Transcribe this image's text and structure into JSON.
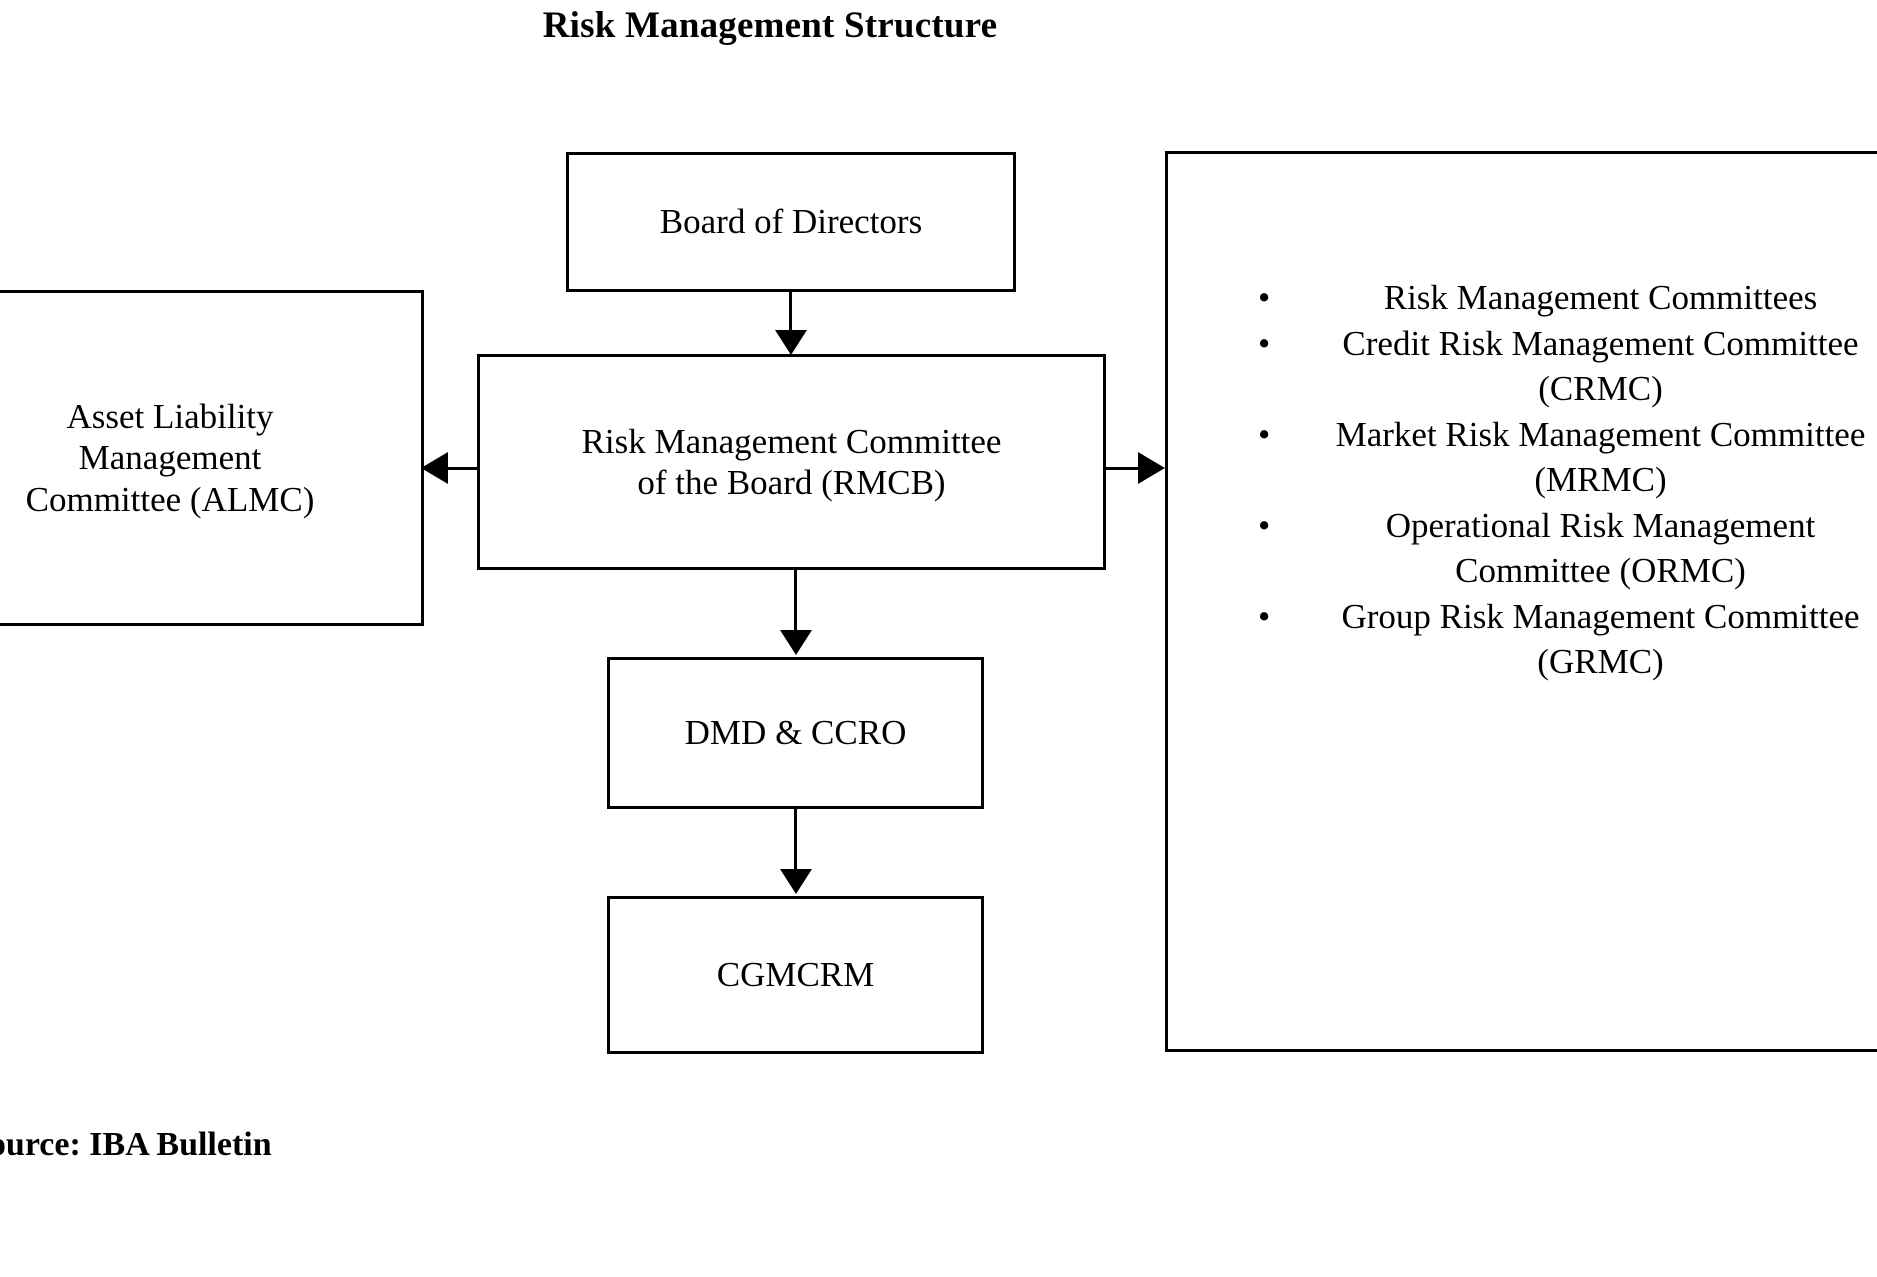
{
  "title": "Risk Management Structure",
  "source_note": "Source: IBA Bulletin",
  "nodes": {
    "board": "Board of Directors",
    "rmcb_line1": "Risk Management Committee",
    "rmcb_line2": "of the Board (RMCB)",
    "almc_line1": "Asset Liability",
    "almc_line2": "Management",
    "almc_line3": "Committee (ALMC)",
    "dmd": "DMD & CCRO",
    "cgmcrm": "CGMCRM"
  },
  "committees_panel": {
    "bullet_glyph": "•",
    "items": [
      "Risk Management Committees",
      "Credit Risk Management Committee (CRMC)",
      "Market Risk Management Committee (MRMC)",
      "Operational Risk Management Committee (ORMC)",
      "Group Risk Management Committee (GRMC)"
    ]
  },
  "connectors": [
    {
      "name": "board-to-rmcb",
      "direction": "down"
    },
    {
      "name": "rmcb-to-almc",
      "direction": "left"
    },
    {
      "name": "rmcb-to-committees",
      "direction": "right"
    },
    {
      "name": "rmcb-to-dmd",
      "direction": "down"
    },
    {
      "name": "dmd-to-cgmcrm",
      "direction": "down"
    }
  ],
  "colors": {
    "background": "#ffffff",
    "stroke": "#000000",
    "text": "#000000"
  }
}
